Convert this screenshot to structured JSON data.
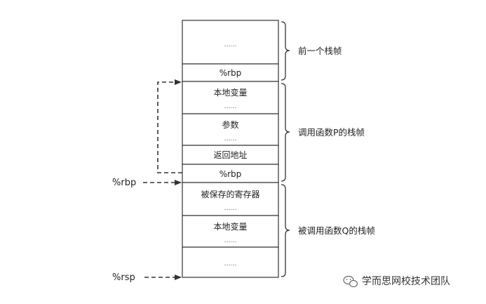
{
  "stack": {
    "frames": [
      {
        "label": "前一个栈帧",
        "cells": [
          {
            "id": "prev-frame-more",
            "lines": [
              "……"
            ]
          },
          {
            "id": "prev-saved-rbp",
            "lines": [
              "%rbp"
            ]
          }
        ]
      },
      {
        "label": "调用函数P的栈帧",
        "cells": [
          {
            "id": "p-local-vars",
            "lines": [
              "本地变量",
              "……"
            ]
          },
          {
            "id": "p-arguments",
            "lines": [
              "参数",
              "……"
            ]
          },
          {
            "id": "p-return-address",
            "lines": [
              "返回地址"
            ]
          },
          {
            "id": "p-saved-rbp",
            "lines": [
              "%rbp"
            ]
          }
        ]
      },
      {
        "label": "被调用函数Q的栈帧",
        "cells": [
          {
            "id": "q-saved-registers",
            "lines": [
              "被保存的寄存器",
              "……"
            ]
          },
          {
            "id": "q-local-vars",
            "lines": [
              "本地变量",
              "……"
            ]
          },
          {
            "id": "q-more",
            "lines": [
              "……"
            ]
          }
        ]
      }
    ]
  },
  "pointers": {
    "rbp": "%rbp",
    "rsp": "%rsp"
  },
  "watermark": {
    "text": "学而思网校技术团队",
    "icon": "wechat-icon"
  },
  "colors": {
    "line": "#333333",
    "text": "#222222"
  }
}
